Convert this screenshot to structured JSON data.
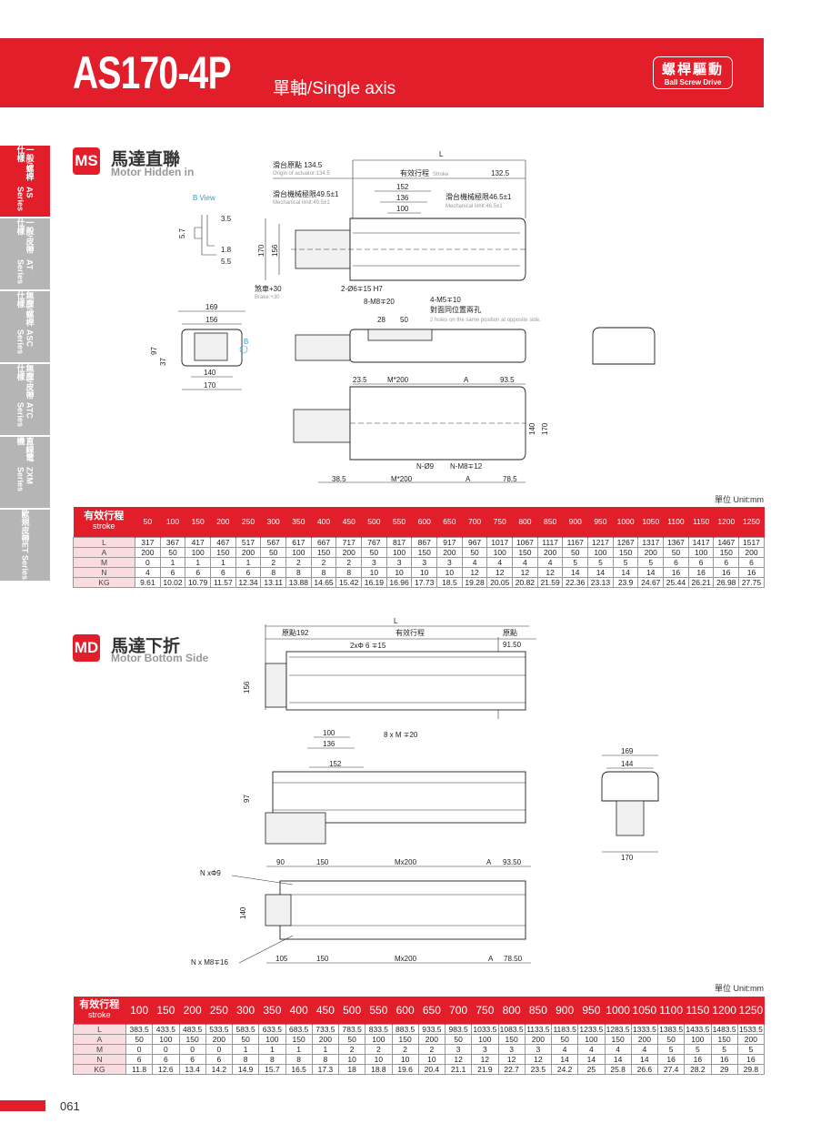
{
  "header": {
    "model": "AS170-4P",
    "subtitle": "單軸/Single axis",
    "drive_zh": "螺桿驅動",
    "drive_en": "Ball Screw Drive"
  },
  "sidebar": [
    {
      "zh": "一般/螺桿仕樣",
      "en": "AS Series",
      "active": true
    },
    {
      "zh": "一般/皮帶仕樣",
      "en": "AT Series"
    },
    {
      "zh": "無塵/螺桿仕樣",
      "en": "ASC Series"
    },
    {
      "zh": "無塵/皮帶仕樣",
      "en": "ATC Series"
    },
    {
      "zh": "直線電機",
      "en": "ZXM Series"
    },
    {
      "zh": "歐規皮帶",
      "en": "ET Series"
    }
  ],
  "ms": {
    "badge": "MS",
    "title_zh": "馬達直聯",
    "title_en": "Motor Hidden in",
    "unit": "單位 Unit:mm",
    "labels": {
      "L": "L",
      "origin_zh": "滑台原點 134.5",
      "origin_en": "Origin of actuator:134.5",
      "stroke_zh": "有效行程",
      "stroke_en": "Stroke",
      "d132": "132.5",
      "d152": "152",
      "d136": "136",
      "d100": "100",
      "mech_l_zh": "滑台機械極限49.5±1",
      "mech_l_en": "Mechanical limit:49.5±1",
      "mech_r_zh": "滑台機械極限46.5±1",
      "mech_r_en": "Mechanical limit:46.5±1",
      "d170": "170",
      "d156": "156",
      "brake_zh": "煞車+30",
      "brake_en": "Brake:+30",
      "pin": "2-Ø6∓15 H7",
      "m8": "8-M8∓20",
      "m5": "4-M5∓10",
      "m5_zh": "對面同位置兩孔",
      "m5_en": "2 holes on the same position at opposite side.",
      "d28": "28",
      "d50": "50",
      "bview": "B View",
      "b35": "3.5",
      "b57": "5.7",
      "b18": "1.8",
      "b55": "5.5",
      "e169": "169",
      "e156": "156",
      "e97": "97",
      "e37": "37",
      "e140": "140",
      "e170": "170",
      "eB": "B",
      "t235": "23.5",
      "tM": "M*200",
      "tA": "A",
      "t935": "93.5",
      "v140": "140",
      "v170": "170",
      "n9": "N-Ø9",
      "nm8": "N-M8∓12",
      "b385": "38.5",
      "bM": "M*200",
      "bA": "A",
      "b785": "78.5"
    },
    "table": {
      "header_zh": "有效行程",
      "header_en": "stroke",
      "strokes": [
        "50",
        "100",
        "150",
        "200",
        "250",
        "300",
        "350",
        "400",
        "450",
        "500",
        "550",
        "600",
        "650",
        "700",
        "750",
        "800",
        "850",
        "900",
        "950",
        "1000",
        "1050",
        "1100",
        "1150",
        "1200",
        "1250"
      ],
      "rows": [
        {
          "label": "L",
          "values": [
            "317",
            "367",
            "417",
            "467",
            "517",
            "567",
            "617",
            "667",
            "717",
            "767",
            "817",
            "867",
            "917",
            "967",
            "1017",
            "1067",
            "1117",
            "1167",
            "1217",
            "1267",
            "1317",
            "1367",
            "1417",
            "1467",
            "1517"
          ]
        },
        {
          "label": "A",
          "values": [
            "200",
            "50",
            "100",
            "150",
            "200",
            "50",
            "100",
            "150",
            "200",
            "50",
            "100",
            "150",
            "200",
            "50",
            "100",
            "150",
            "200",
            "50",
            "100",
            "150",
            "200",
            "50",
            "100",
            "150",
            "200"
          ]
        },
        {
          "label": "M",
          "values": [
            "0",
            "1",
            "1",
            "1",
            "1",
            "2",
            "2",
            "2",
            "2",
            "3",
            "3",
            "3",
            "3",
            "4",
            "4",
            "4",
            "4",
            "5",
            "5",
            "5",
            "5",
            "6",
            "6",
            "6",
            "6"
          ]
        },
        {
          "label": "N",
          "values": [
            "4",
            "6",
            "6",
            "6",
            "6",
            "8",
            "8",
            "8",
            "8",
            "10",
            "10",
            "10",
            "10",
            "12",
            "12",
            "12",
            "12",
            "14",
            "14",
            "14",
            "14",
            "16",
            "16",
            "16",
            "16"
          ]
        },
        {
          "label": "KG",
          "values": [
            "9.61",
            "10.02",
            "10.79",
            "11.57",
            "12.34",
            "13.11",
            "13.88",
            "14.65",
            "15.42",
            "16.19",
            "16.96",
            "17.73",
            "18.5",
            "19.28",
            "20.05",
            "20.82",
            "21.59",
            "22.36",
            "23.13",
            "23.9",
            "24.67",
            "25.44",
            "26.21",
            "26.98",
            "27.75"
          ]
        }
      ]
    }
  },
  "md": {
    "badge": "MD",
    "title_zh": "馬達下折",
    "title_en": "Motor Bottom Side",
    "unit": "單位 Unit:mm",
    "labels": {
      "L": "L",
      "origin192": "原點192",
      "stroke": "有效行程",
      "origin": "原點",
      "d9150": "91.50",
      "pin": "2xΦ 6 ∓15",
      "d156": "156",
      "d100": "100",
      "d136": "136",
      "m8": "8 x M ∓20",
      "d152": "152",
      "d97": "97",
      "e169": "169",
      "e144": "144",
      "e170": "170",
      "t90": "90",
      "t150": "150",
      "tM": "Mx200",
      "tA": "A",
      "t9350": "93.50",
      "n9": "N xΦ9",
      "d140": "140",
      "nm8": "N x M8∓16",
      "b105": "105",
      "b150": "150",
      "bM": "Mx200",
      "bA": "A",
      "b7850": "78.50"
    },
    "table": {
      "header_zh": "有效行程",
      "header_en": "stroke",
      "strokes": [
        "100",
        "150",
        "200",
        "250",
        "300",
        "350",
        "400",
        "450",
        "500",
        "550",
        "600",
        "650",
        "700",
        "750",
        "800",
        "850",
        "900",
        "950",
        "1000",
        "1050",
        "1100",
        "1150",
        "1200",
        "1250"
      ],
      "rows": [
        {
          "label": "L",
          "values": [
            "383.5",
            "433.5",
            "483.5",
            "533.5",
            "583.5",
            "633.5",
            "683.5",
            "733.5",
            "783.5",
            "833.5",
            "883.5",
            "933.5",
            "983.5",
            "1033.5",
            "1083.5",
            "1133.5",
            "1183.5",
            "1233.5",
            "1283.5",
            "1333.5",
            "1383.5",
            "1433.5",
            "1483.5",
            "1533.5"
          ]
        },
        {
          "label": "A",
          "values": [
            "50",
            "100",
            "150",
            "200",
            "50",
            "100",
            "150",
            "200",
            "50",
            "100",
            "150",
            "200",
            "50",
            "100",
            "150",
            "200",
            "50",
            "100",
            "150",
            "200",
            "50",
            "100",
            "150",
            "200"
          ]
        },
        {
          "label": "M",
          "values": [
            "0",
            "0",
            "0",
            "0",
            "1",
            "1",
            "1",
            "1",
            "2",
            "2",
            "2",
            "2",
            "3",
            "3",
            "3",
            "3",
            "4",
            "4",
            "4",
            "4",
            "5",
            "5",
            "5",
            "5"
          ]
        },
        {
          "label": "N",
          "values": [
            "6",
            "6",
            "6",
            "6",
            "8",
            "8",
            "8",
            "8",
            "10",
            "10",
            "10",
            "10",
            "12",
            "12",
            "12",
            "12",
            "14",
            "14",
            "14",
            "14",
            "16",
            "16",
            "16",
            "16"
          ]
        },
        {
          "label": "KG",
          "values": [
            "11.8",
            "12.6",
            "13.4",
            "14.2",
            "14.9",
            "15.7",
            "16.5",
            "17.3",
            "18",
            "18.8",
            "19.6",
            "20.4",
            "21.1",
            "21.9",
            "22.7",
            "23.5",
            "24.2",
            "25",
            "25.8",
            "26.6",
            "27.4",
            "28.2",
            "29",
            "29.8"
          ]
        }
      ]
    }
  },
  "footer": {
    "page": "061"
  },
  "colors": {
    "brand_red": "#e31e2b",
    "tab_gray": "#b5b5b6",
    "row_label_pink": "#f8dcdf",
    "bview_blue": "#2a9fd8"
  }
}
